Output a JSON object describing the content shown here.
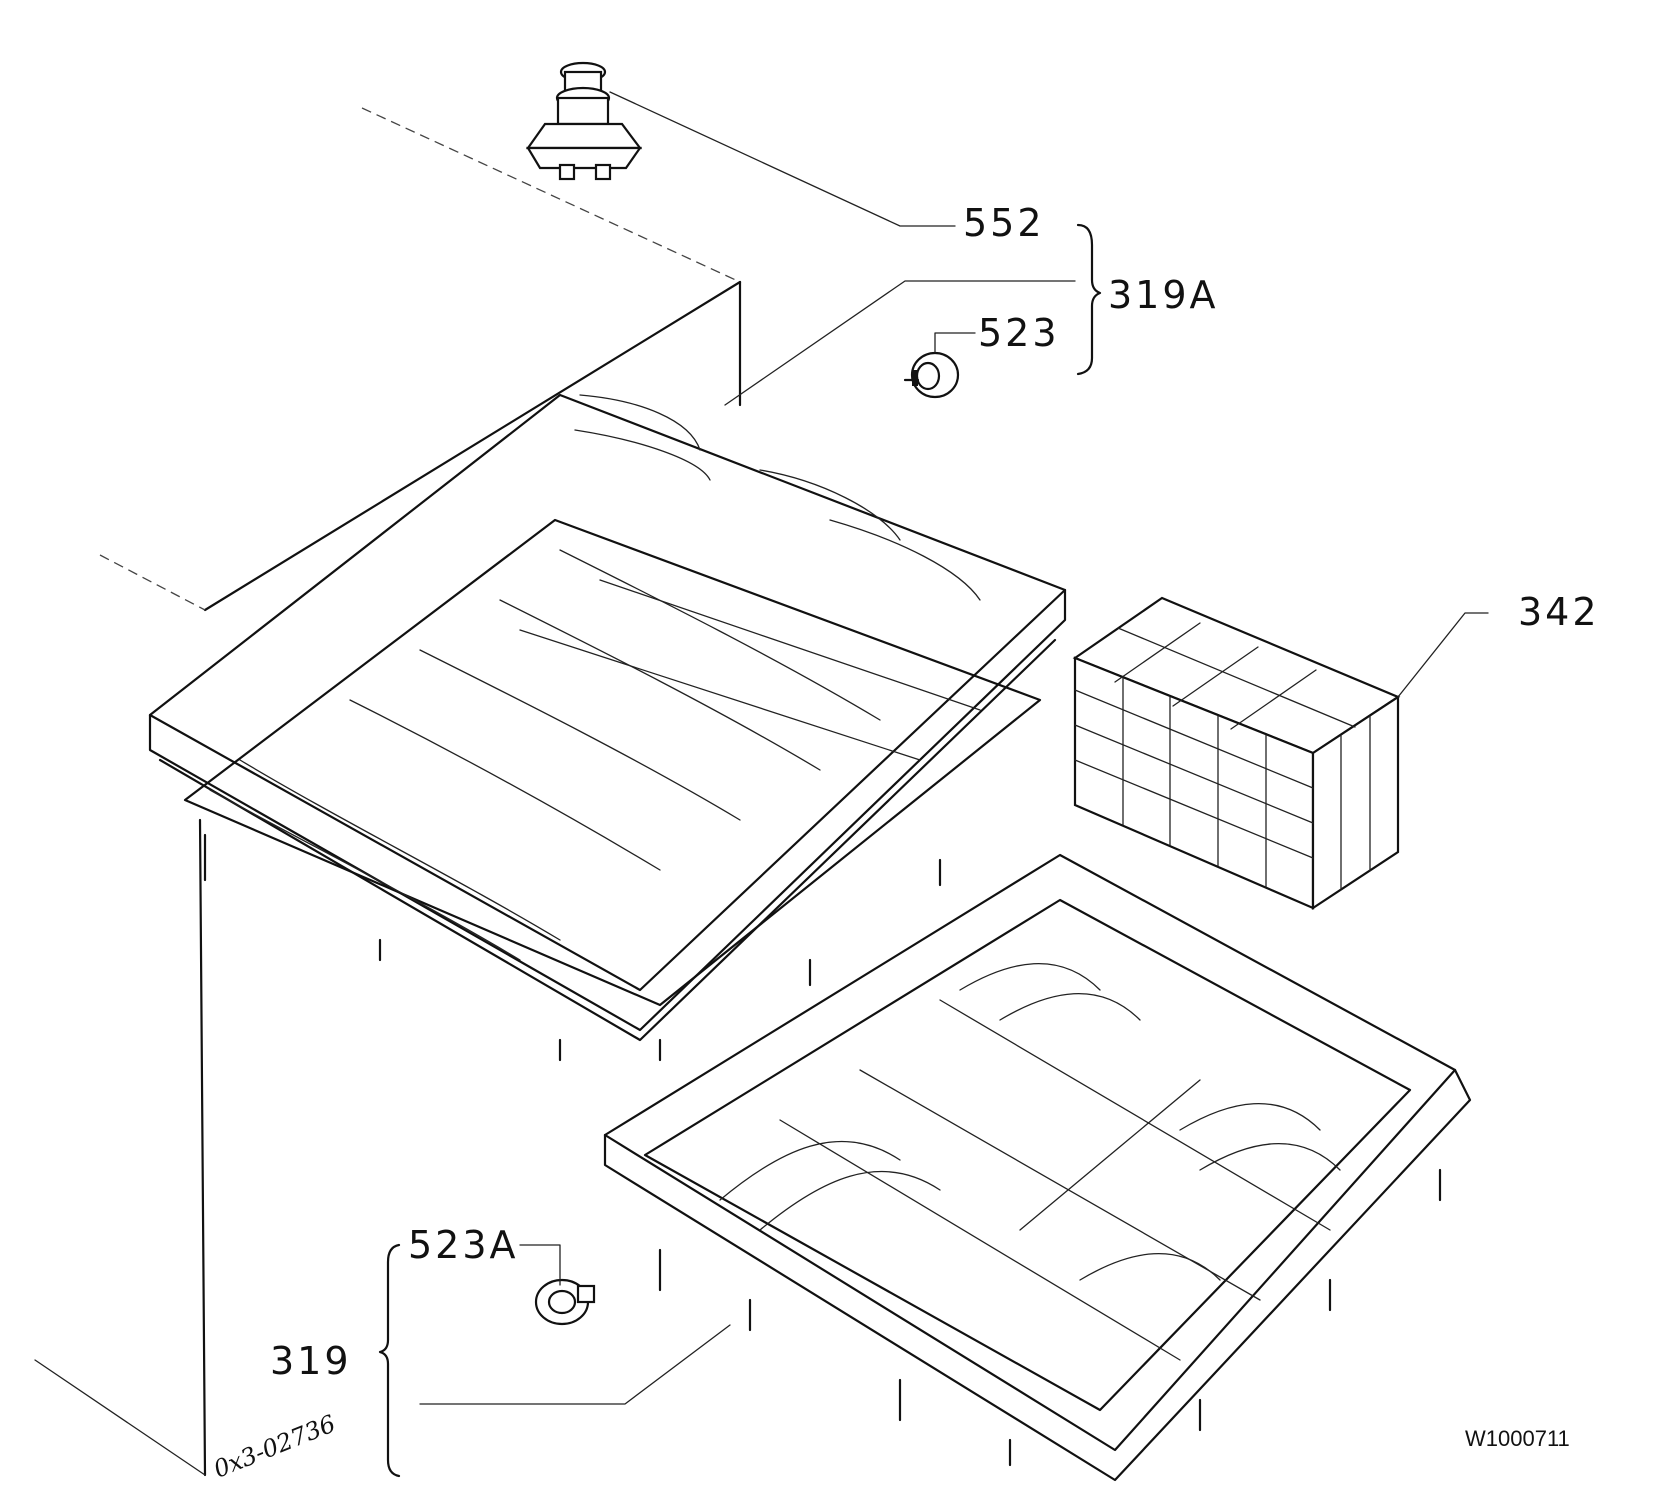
{
  "labels": {
    "part_552": "552",
    "part_319a": "319A",
    "part_523": "523",
    "part_342": "342",
    "part_523a": "523A",
    "part_319": "319",
    "handwritten_ref": "0x3-02736",
    "drawing_id": "W1000711"
  }
}
